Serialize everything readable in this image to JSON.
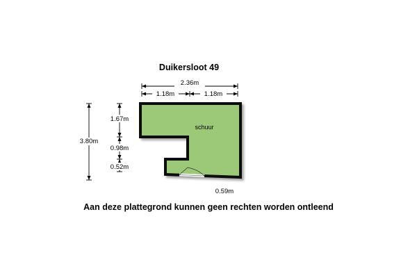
{
  "title": "Duikersloot 49",
  "room": {
    "name": "schuur",
    "fill": "#9cc977",
    "wall": "#111111"
  },
  "dimensions": {
    "top_total": "2.36m",
    "top_left": "1.18m",
    "top_right": "1.18m",
    "left_total": "3.80m",
    "left_seg1": "1.67m",
    "left_seg2": "0.98m",
    "left_seg3": "0.52m",
    "door_width": "0.59m"
  },
  "disclaimer": "Aan deze plattegrond kunnen geen rechten worden ontleend"
}
